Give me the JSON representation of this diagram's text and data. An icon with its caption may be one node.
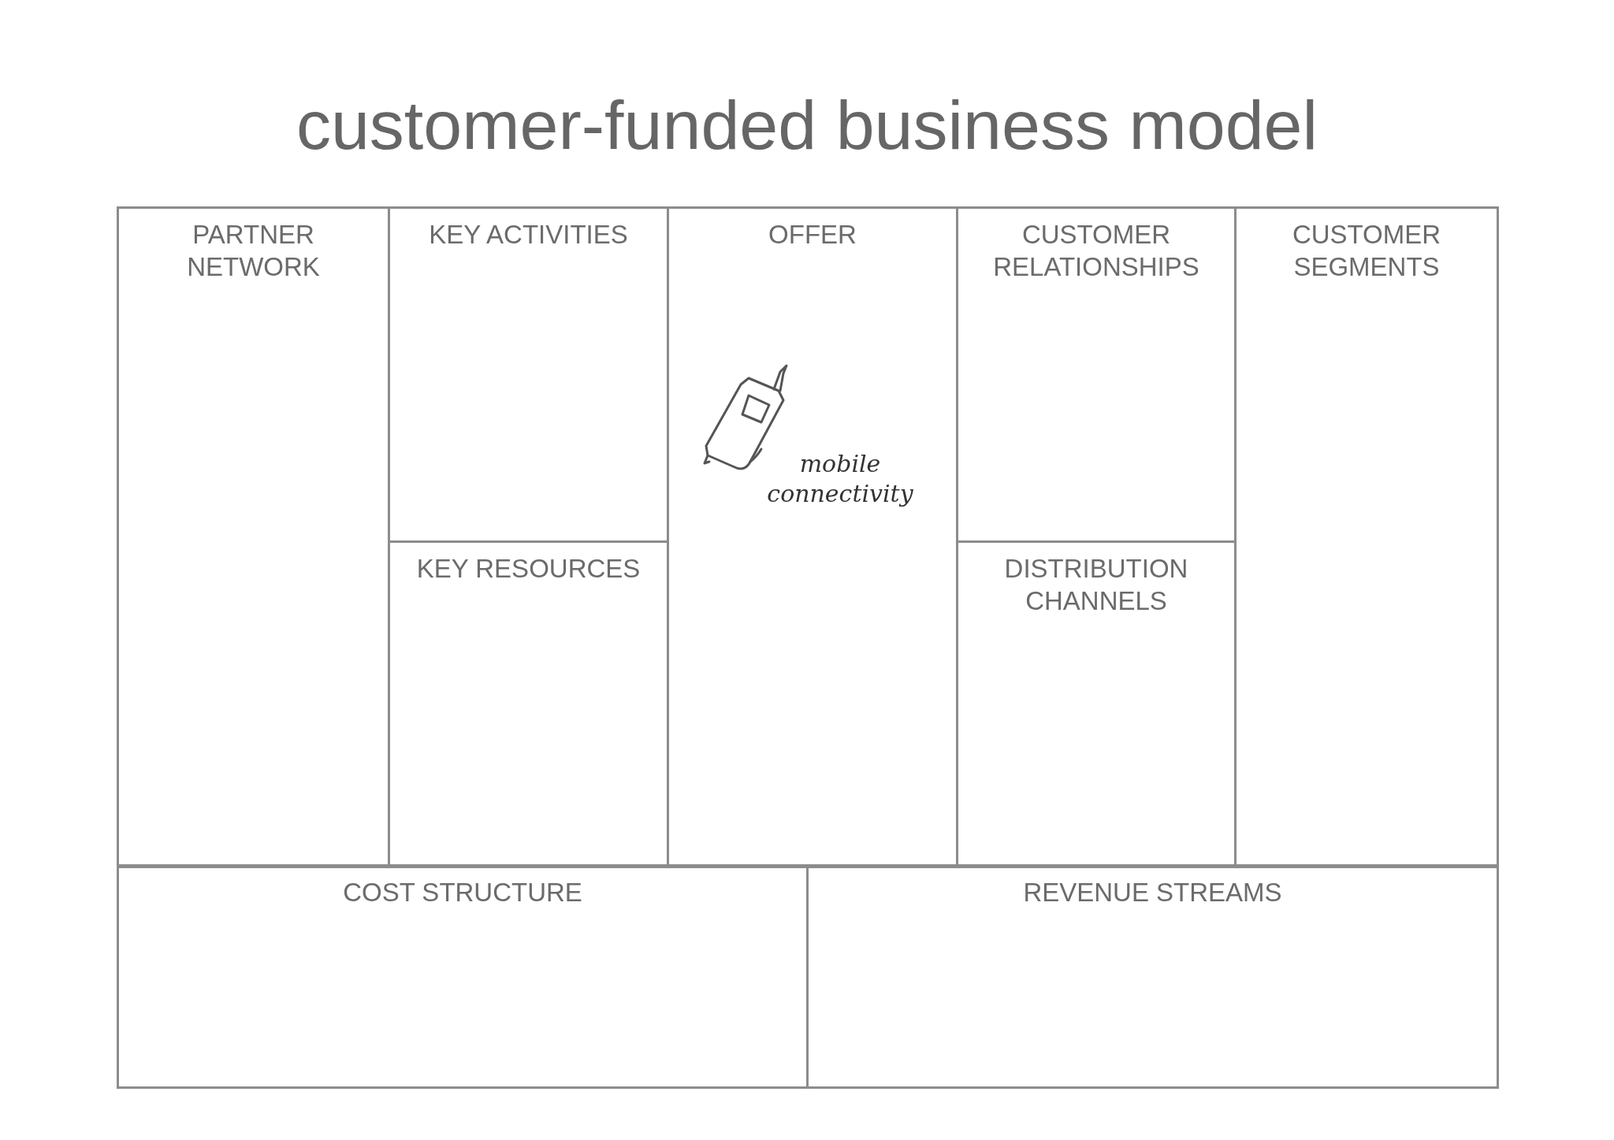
{
  "diagram": {
    "title": "customer-funded business model",
    "nodes": [
      {
        "text": [
          "PARTNER NETWORK"
        ]
      },
      {
        "text": [
          "KEY ACTIVITIES"
        ]
      },
      {
        "text": [
          "KEY RESOURCES"
        ]
      },
      {
        "text": [
          "OFFER"
        ]
      },
      {
        "text": [
          "CUSTOMER RELATIONSHIPS"
        ]
      },
      {
        "text": [
          "DISTRIBUTION CHANNELS"
        ]
      },
      {
        "text": [
          "CUSTOMER SEGMENTS"
        ]
      },
      {
        "text": [
          "COST STRUCTURE"
        ]
      },
      {
        "text": [
          "REVENUE STREAMS"
        ]
      }
    ],
    "labels": [
      "mobile connectivity"
    ]
  }
}
